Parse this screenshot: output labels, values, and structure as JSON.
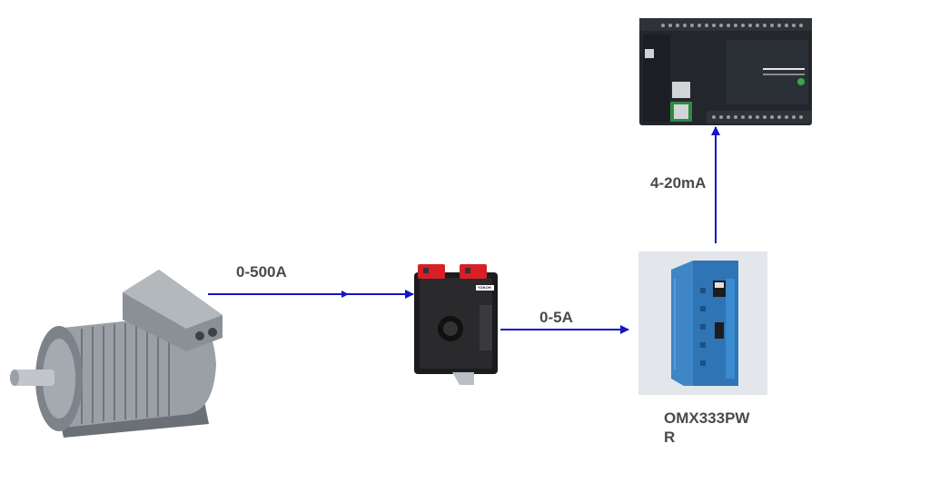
{
  "diagram": {
    "connections": [
      {
        "from": "motor",
        "to": "current-transformer",
        "label": "0-500A"
      },
      {
        "from": "current-transformer",
        "to": "transmitter",
        "label": "0-5A"
      },
      {
        "from": "transmitter",
        "to": "plc",
        "label": "4-20mA"
      }
    ],
    "transmitter_label_line1": "OMX333PW",
    "transmitter_label_line2": "R",
    "ct_badge_text": "YOKOH",
    "colors": {
      "arrow": "#1414c8",
      "label": "#4a4a4a",
      "plc_body": "#23272c",
      "transmitter_body": "#3f86c6",
      "transmitter_bg": "#e9ecef",
      "ct_terminal": "#d81f26",
      "motor_body": "#9aa0a6"
    }
  }
}
